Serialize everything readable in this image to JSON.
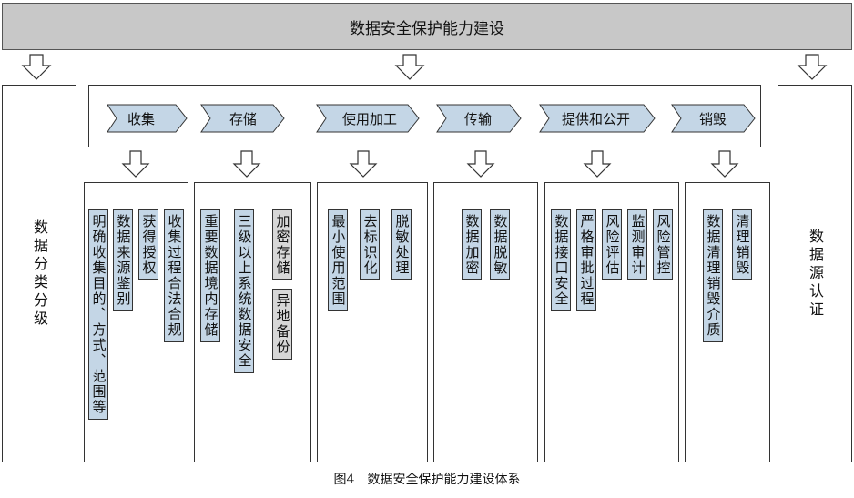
{
  "title": "数据安全保护能力建设",
  "left_box": "数据分类分级",
  "right_box": "数据源认证",
  "stages": [
    {
      "label": "收集"
    },
    {
      "label": "存储"
    },
    {
      "label": "使用加工"
    },
    {
      "label": "传输"
    },
    {
      "label": "提供和公开"
    },
    {
      "label": "销毁"
    }
  ],
  "columns": [
    {
      "items": [
        "明确收集目的、方式、范围等",
        "数据来源鉴别",
        "获得授权",
        "收集过程合法合规"
      ]
    },
    {
      "items": [
        "重要数据境内存储",
        "三级以上系统数据安全"
      ],
      "sub_items": [
        "加密存储",
        "异地备份"
      ]
    },
    {
      "items": [
        "最小使用范围",
        "去标识化",
        "脱敏处理"
      ]
    },
    {
      "items": [
        "数据加密",
        "数据脱敏"
      ]
    },
    {
      "items": [
        "数据接口安全",
        "严格审批过程",
        "风险评估",
        "监测审计",
        "风险管控"
      ]
    },
    {
      "items": [
        "数据清理销毁介质",
        "清理销毁"
      ]
    }
  ],
  "caption": "图4　数据安全保护能力建设体系",
  "colors": {
    "stage_fill": "#c4d6e6",
    "banner_fill": "#c8c8c8",
    "sub_fill": "#d7d7d7",
    "border": "#333333"
  }
}
